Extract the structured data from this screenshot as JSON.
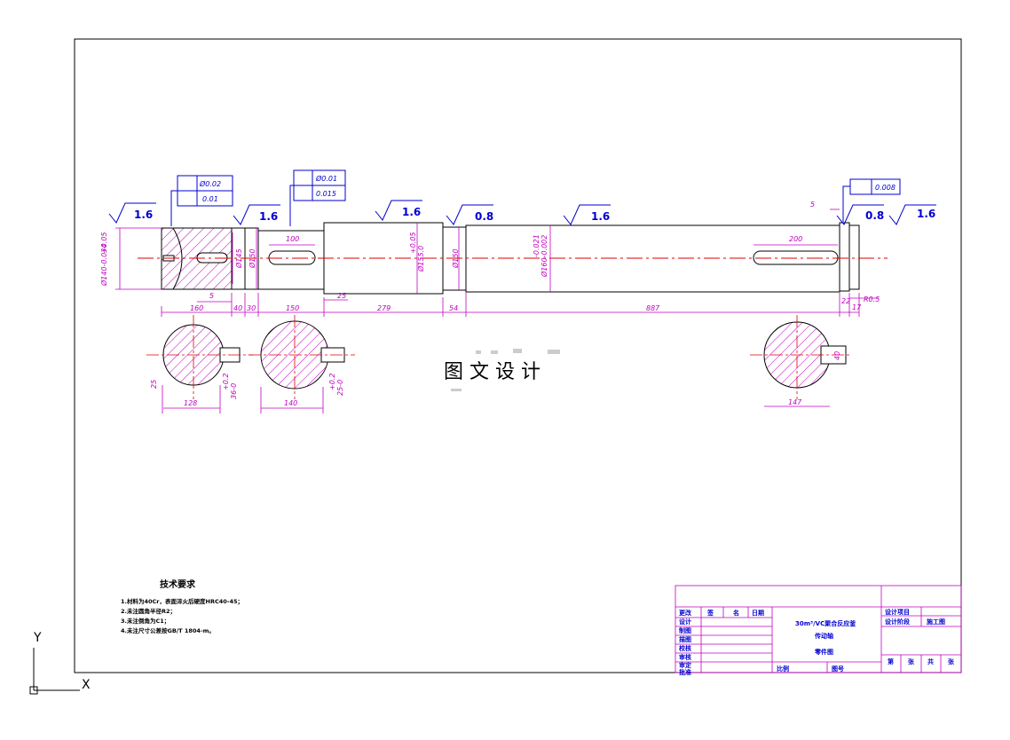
{
  "watermark": "图 文 设 计",
  "surface_finish": {
    "s1": "1.6",
    "s2": "1.6",
    "s3": "1.6",
    "s4": "0.8",
    "s5": "1.6",
    "s6": "0.8",
    "s7": "1.6"
  },
  "tolerance_frames": {
    "f1_row1": "Ø0.02",
    "f1_row2": "0.01",
    "f2_row1": "Ø0.01",
    "f2_row2": "0.015",
    "f3_row1": "0.008"
  },
  "dimensions": {
    "d160": "160",
    "d40": "40",
    "d30": "30",
    "d150": "150",
    "d279": "279",
    "d54": "54",
    "d887": "887",
    "d5a": "5",
    "d25": "25",
    "d100": "100",
    "d200": "200",
    "d5b": "5",
    "d22": "22",
    "d17": "17",
    "r05": "R0.5",
    "dia140": "Ø140-0.034",
    "tol140": "+0.05",
    "dia145": "Ø145",
    "dia150a": "Ø150",
    "dia155": "Ø155.0",
    "tol155": "+0.05",
    "dia150b": "Ø150",
    "dia160": "Ø160-0.002",
    "tol160": "-0.021",
    "sec1_w": "128",
    "sec1_h": "25",
    "sec1_k": "36-0",
    "sec1_kt": "+0.2",
    "sec2_w": "140",
    "sec2_k": "25-0",
    "sec2_kt": "+0.2",
    "sec3_w": "147",
    "sec3_k": "40"
  },
  "tech_requirements": {
    "title": "技术要求",
    "items": [
      "1.材料为40Cr，表面淬火后硬度HRC40-45；",
      "2.未注圆角半径R2；",
      "3.未注倒角为C1；",
      "4.未注尺寸公差按GB/T 1804-m。"
    ]
  },
  "title_block": {
    "c1": "更改",
    "c2": "签",
    "c3": "名",
    "c4": "日期",
    "r1": "设计",
    "r2": "制图",
    "r3": "描图",
    "r4": "校核",
    "r5": "审核",
    "r6": "审定",
    "r7": "批准",
    "proj1": "30m³/VC聚合反应釜",
    "proj2": "传动轴",
    "proj3": "零件图",
    "scale": "比例",
    "drawing_no": "图号",
    "design_proj": "设计项目",
    "design_stage": "设计阶段",
    "stage_val": "施工图",
    "sheet1": "第",
    "sheet2": "张",
    "sheet3": "共",
    "sheet4": "张"
  },
  "axes": {
    "x": "X",
    "y": "Y"
  }
}
